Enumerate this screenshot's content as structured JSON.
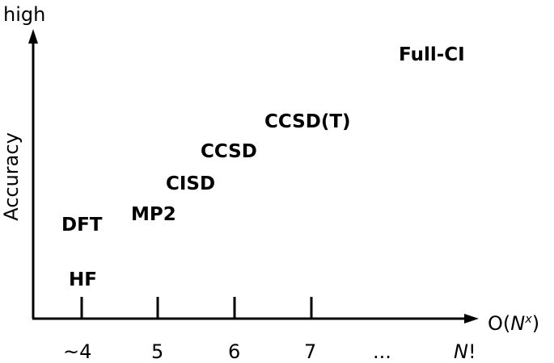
{
  "y_axis": {
    "top_label": "high",
    "label": "Accuracy"
  },
  "x_axis": {
    "label_prefix": "O(",
    "label_var": "N",
    "label_exp": "x",
    "label_suffix": ")",
    "ticks": [
      {
        "label": "~4"
      },
      {
        "label": "5"
      },
      {
        "label": "6"
      },
      {
        "label": "7"
      }
    ],
    "ellipsis": "...",
    "last_var": "N",
    "last_suffix": "!"
  },
  "methods": {
    "hf": "HF",
    "dft": "DFT",
    "mp2": "MP2",
    "cisd": "CISD",
    "ccsd": "CCSD",
    "ccsd_t": "CCSD(T)",
    "full_ci": "Full-CI"
  },
  "colors": {
    "ink": "#000000",
    "background": "#ffffff"
  }
}
